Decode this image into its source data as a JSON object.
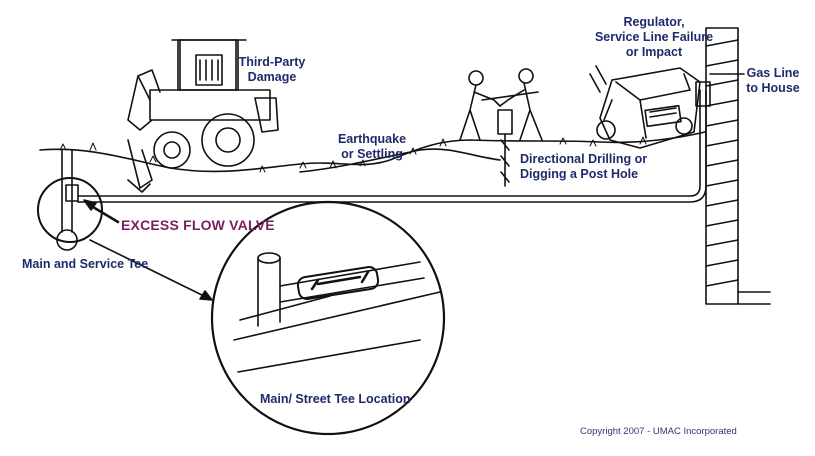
{
  "labels": {
    "third_party": [
      "Third-Party",
      "Damage"
    ],
    "regulator": [
      "Regulator,",
      "Service Line Failure",
      "or Impact"
    ],
    "gas_line": [
      "Gas Line",
      "to House"
    ],
    "earthquake": [
      "Earthquake",
      "or Settling"
    ],
    "drilling": [
      "Directional Drilling or",
      "Digging a Post Hole"
    ],
    "excess_flow_valve": "EXCESS FLOW VALVE",
    "main_service_tee": "Main and Service Tee",
    "street_tee": "Main/ Street Tee Location",
    "copyright": "Copyright 2007 - UMAC Incorporated"
  },
  "colors": {
    "label_text": "#1f2a6b",
    "valve_label": "#7a1f5f",
    "copyright_text": "#4a2a72",
    "line_art": "#111111"
  }
}
